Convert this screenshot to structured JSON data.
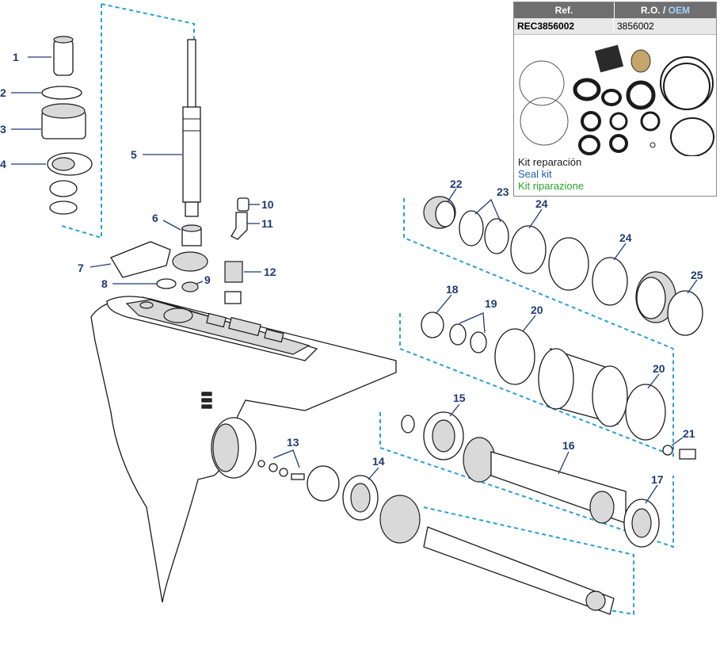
{
  "kit_table": {
    "header_ref": "Ref.",
    "header_ro": "R.O. /",
    "header_oem": "OEM",
    "ref_value": "REC3856002",
    "oem_value": "3856002",
    "label_es": "Kit reparación",
    "label_en": "Seal kit",
    "label_it": "Kit riparazione"
  },
  "callouts": {
    "c1": "1",
    "c2": "2",
    "c3": "3",
    "c4": "4",
    "c5": "5",
    "c6": "6",
    "c7": "7",
    "c8": "8",
    "c9": "9",
    "c10": "10",
    "c11": "11",
    "c12": "12",
    "c13": "13",
    "c14": "14",
    "c15": "15",
    "c16": "16",
    "c17": "17",
    "c18": "18",
    "c19": "19",
    "c20a": "20",
    "c20b": "20",
    "c21": "21",
    "c22": "22",
    "c23": "23",
    "c24a": "24",
    "c24b": "24",
    "c25": "25"
  },
  "colors": {
    "callout": "#1f3b73",
    "dashed_group": "#2a9fd6",
    "header_bg": "#6f6f6f"
  }
}
